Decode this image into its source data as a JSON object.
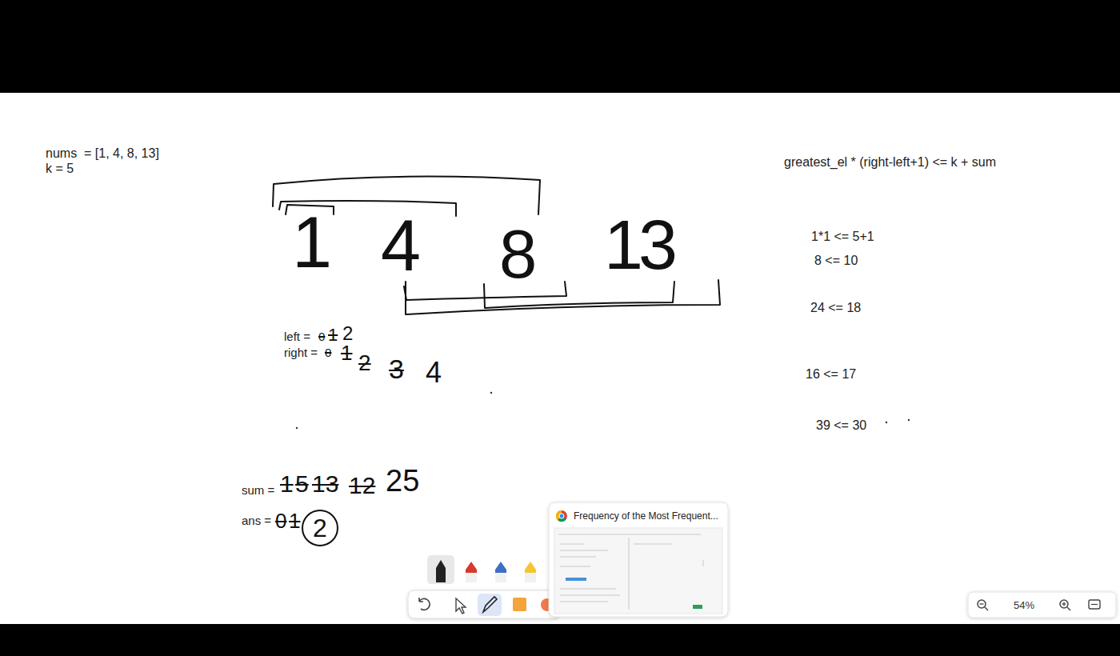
{
  "diagram": {
    "nodes": [
      {
        "text": [
          "2"
        ]
      },
      {
        "text": [
          "Frequency of the Most Frequent..."
        ]
      },
      {
        "text": [
          "54%"
        ]
      }
    ],
    "labels": [
      "nums  = [1, 4, 8, 13]",
      "k = 5",
      "greatest_el * (right-left+1) <= k + sum",
      "1*1 <= 5+1",
      "8 <= 10",
      "24 <= 18",
      "16 <= 17",
      "39 <= 30",
      "1",
      "4",
      "8",
      "13",
      "left =",
      "0",
      "1",
      "2",
      "right =",
      "0",
      "1",
      "2",
      "3",
      "4",
      "sum =",
      "1",
      "5",
      "13",
      "12",
      "25",
      "ans =",
      "0",
      "1"
    ]
  }
}
